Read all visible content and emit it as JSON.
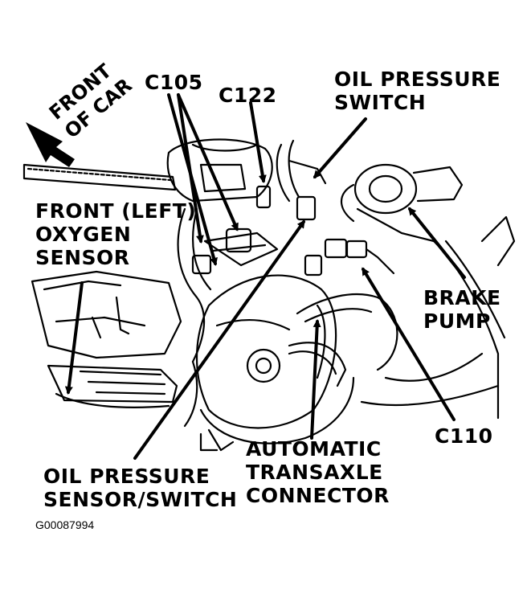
{
  "labels": {
    "front_of_car": [
      "FRONT",
      "OF CAR"
    ],
    "c105": "C105",
    "c122": "C122",
    "oil_pressure_switch": [
      "OIL PRESSURE",
      "SWITCH"
    ],
    "front_left_oxygen_sensor": [
      "FRONT (LEFT)",
      "OXYGEN",
      "SENSOR"
    ],
    "brake_pump": [
      "BRAKE",
      "PUMP"
    ],
    "c110": "C110",
    "automatic_transaxle_connector": [
      "AUTOMATIC",
      "TRANSAXLE",
      "CONNECTOR"
    ],
    "oil_pressure_sensor_switch": [
      "OIL PRESSURE",
      "SENSOR/SWITCH"
    ]
  },
  "figure_id": "G00087994"
}
